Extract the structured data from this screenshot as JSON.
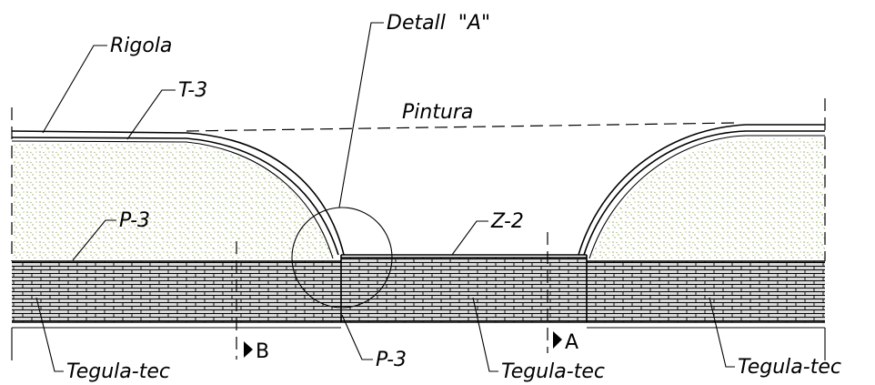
{
  "labels": {
    "rigola": "Rigola",
    "t3": "T-3",
    "detall": "Detall  \"A\"",
    "pintura": "Pintura",
    "p3_left": "P-3",
    "z2": "Z-2",
    "p3_bottom": "P-3",
    "tegula_left": "Tegula-tec",
    "tegula_mid": "Tegula-tec",
    "tegula_right": "Tegula-tec"
  },
  "sections": {
    "b": "B",
    "a": "A"
  },
  "colors": {
    "stroke": "#000000",
    "grass_dots": "#8fae5a",
    "brick_fill": "#d9d9d9"
  }
}
